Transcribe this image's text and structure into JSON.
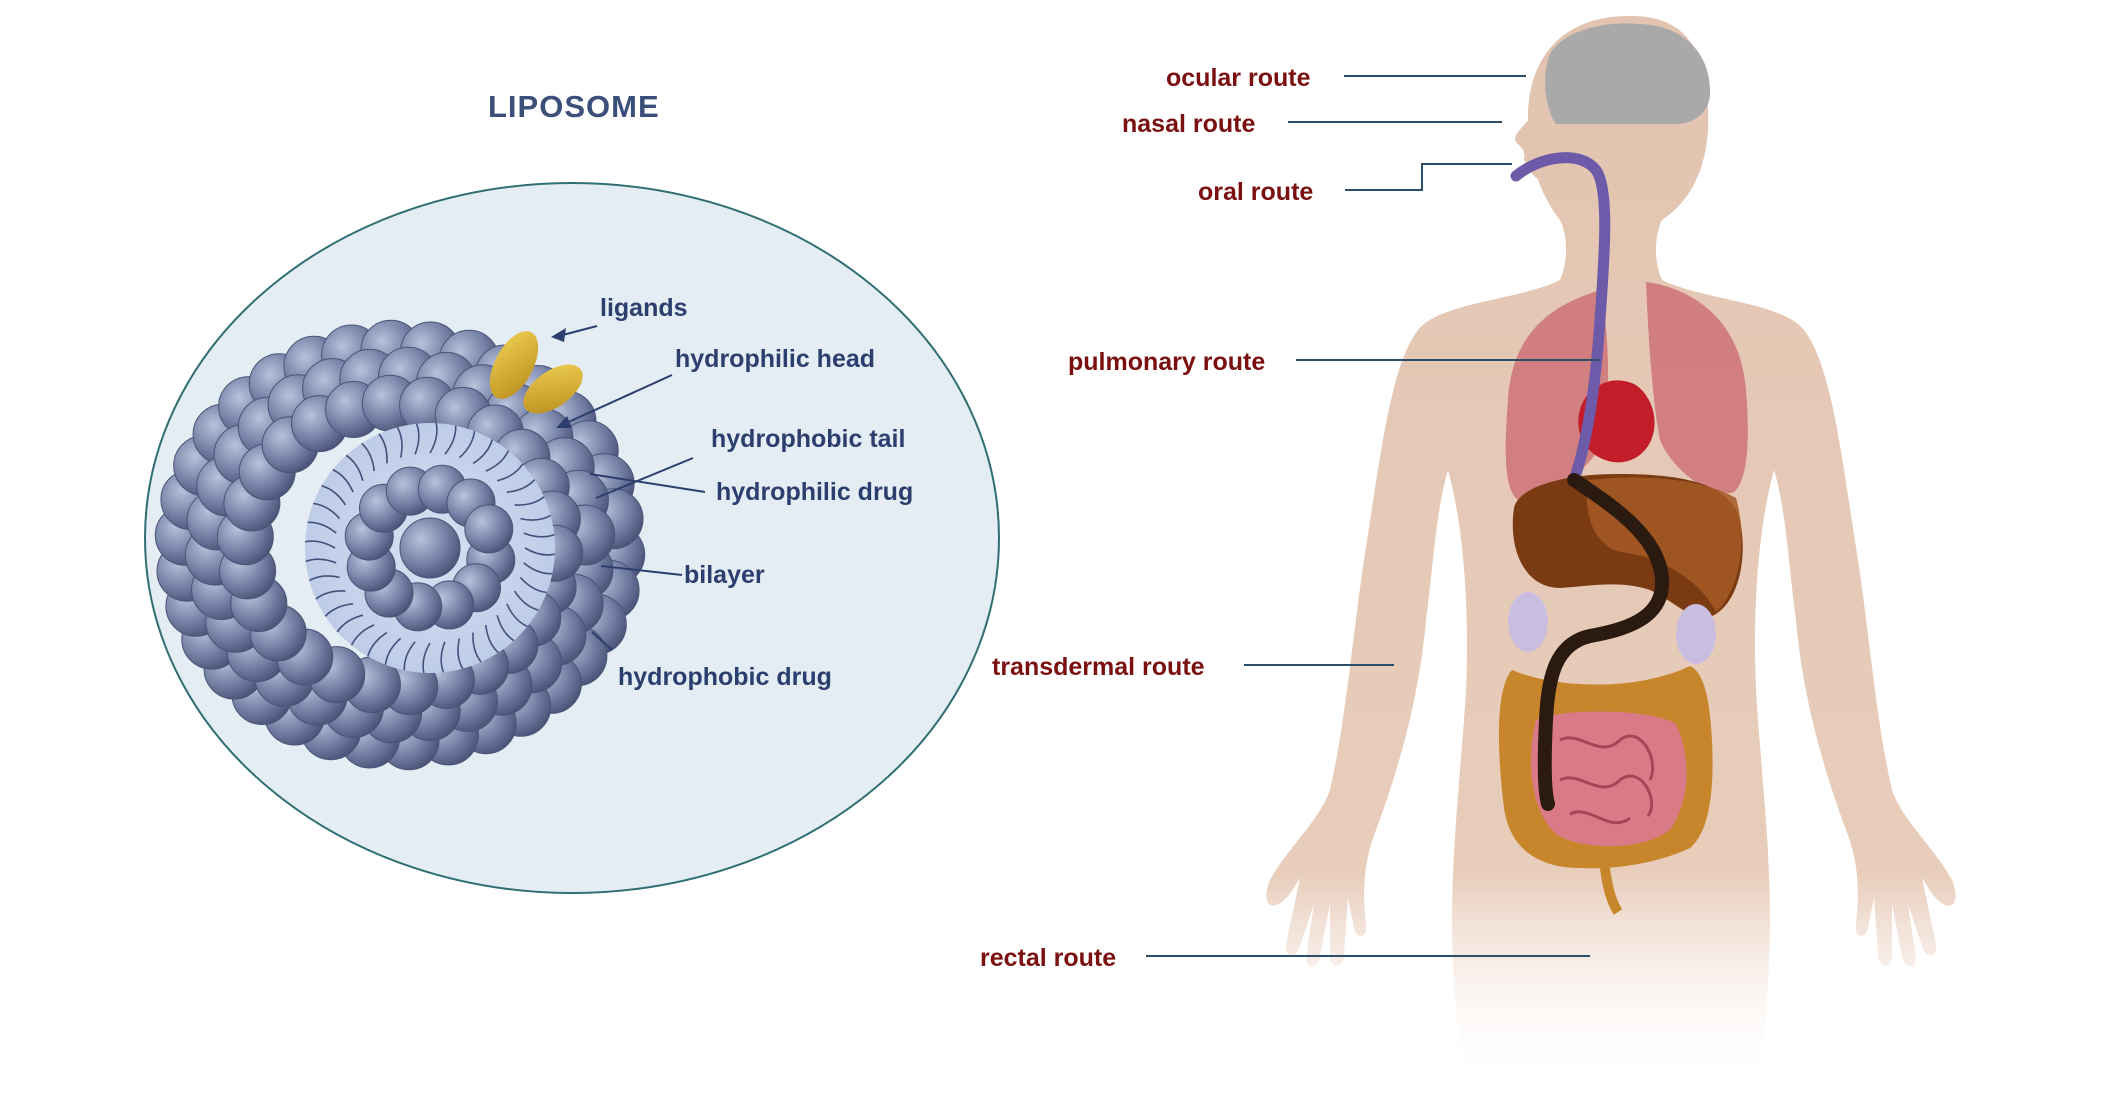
{
  "liposome": {
    "title": "LIPOSOME",
    "labels": {
      "ligands": "ligands",
      "hydrophilic_head": "hydrophilic head",
      "hydrophobic_tail": "hydrophobic tail",
      "hydrophilic_drug": "hydrophilic drug",
      "bilayer": "bilayer",
      "hydrophobic_drug": "hydrophobic drug"
    }
  },
  "routes": {
    "ocular": "ocular route",
    "nasal": "nasal route",
    "oral": "oral route",
    "pulmonary": "pulmonary route",
    "transdermal": "transdermal route",
    "rectal": "rectal route"
  },
  "colors": {
    "liposome_label": "#2c3e6e",
    "route_label": "#7a1010",
    "ellipse_fill": "#e3edf3",
    "sphere": "#7a86aa",
    "skin": "#e6c8b4",
    "ligand": "#d9b23a"
  }
}
